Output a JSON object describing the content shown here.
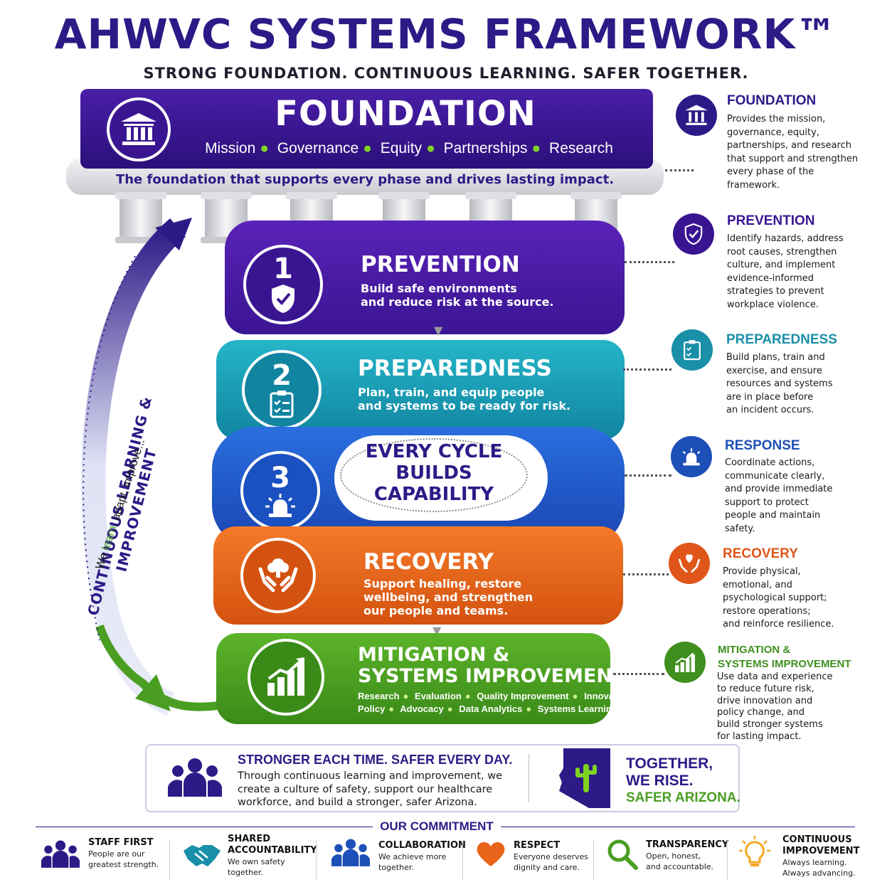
{
  "header": {
    "title": "AHWVC SYSTEMS FRAMEWORK™",
    "subtitle": "STRONG FOUNDATION. CONTINUOUS LEARNING. SAFER TOGETHER."
  },
  "foundation": {
    "title": "FOUNDATION",
    "items": [
      "Mission",
      "Governance",
      "Equity",
      "Partnerships",
      "Research"
    ],
    "slab_text": "The foundation that supports every phase and drives lasting impact."
  },
  "phases": [
    {
      "num": "1",
      "title": "PREVENTION",
      "desc": [
        "Build safe environments",
        "and reduce risk at the source."
      ]
    },
    {
      "num": "2",
      "title": "PREPAREDNESS",
      "desc": [
        "Plan, train, and equip people",
        "and systems to be ready for risk."
      ]
    },
    {
      "num": "3",
      "title": "",
      "desc": []
    },
    {
      "num": "",
      "title": "RECOVERY",
      "desc": [
        "Support healing, restore",
        "wellbeing, and strengthen",
        "our people and teams."
      ]
    },
    {
      "num": "",
      "title_lines": [
        "MITIGATION &",
        "SYSTEMS IMPROVEMENT"
      ],
      "tags_row1": [
        "Research",
        "Evaluation",
        "Quality Improvement",
        "Innovation"
      ],
      "tags_row2": [
        "Policy",
        "Advocacy",
        "Data Analytics",
        "Systems Learning"
      ]
    }
  ],
  "center_label": [
    "EVERY CYCLE",
    "BUILDS",
    "CAPABILITY"
  ],
  "loop": {
    "label": "CONTINUOUS LEARNING & IMPROVEMENT",
    "we": "We ",
    "learn": "learn",
    "rest": ", adapt, improve..."
  },
  "right_panel": [
    {
      "title": "FOUNDATION",
      "color": "#2e1a87",
      "icon": "building-columns-icon",
      "lines": [
        "Provides the mission,",
        "governance, equity,",
        "partnerships, and research",
        "that support and strengthen",
        "every phase of the",
        "framework."
      ]
    },
    {
      "title": "PREVENTION",
      "color": "#3a1592",
      "icon": "shield-check-icon",
      "lines": [
        "Identify hazards, address",
        "root causes, strengthen",
        "culture, and implement",
        "evidence-informed",
        "strategies to prevent",
        "workplace violence."
      ]
    },
    {
      "title": "PREPAREDNESS",
      "color": "#1a8fa8",
      "icon": "clipboard-checklist-icon",
      "lines": [
        "Build plans, train and",
        "exercise, and ensure",
        "resources and systems",
        "are in place before",
        "an incident occurs."
      ]
    },
    {
      "title": "RESPONSE",
      "color": "#1d4fb8",
      "icon": "siren-icon",
      "lines": [
        "Coordinate actions,",
        "communicate clearly,",
        "and provide immediate",
        "support to protect",
        "people and maintain",
        "safety."
      ]
    },
    {
      "title": "RECOVERY",
      "color": "#e0561a",
      "icon": "heart-hands-icon",
      "lines": [
        "Provide physical,",
        "emotional, and",
        "psychological support;",
        "restore operations;",
        "and reinforce resilience."
      ]
    },
    {
      "title_lines": [
        "MITIGATION &",
        "SYSTEMS IMPROVEMENT"
      ],
      "color": "#3f8f1e",
      "icon": "bar-chart-up-icon",
      "lines": [
        "Use data and experience",
        "to reduce future risk,",
        "drive innovation and",
        "policy change, and",
        "build stronger systems",
        "for lasting impact."
      ]
    }
  ],
  "banner": {
    "title": "STRONGER EACH TIME. SAFER EVERY DAY.",
    "lines": [
      "Through continuous learning and improvement, we",
      "create a culture of safety, support our healthcare",
      "workforce, and build a stronger, safer Arizona."
    ],
    "together1": "TOGETHER,",
    "together2": "WE RISE.",
    "safer": "SAFER ARIZONA."
  },
  "commitment": {
    "title": "OUR COMMITMENT",
    "items": [
      {
        "title": [
          "STAFF FIRST"
        ],
        "text": [
          "People are our",
          "greatest strength."
        ],
        "icon": "people-group-icon"
      },
      {
        "title": [
          "SHARED",
          "ACCOUNTABILITY"
        ],
        "text": [
          "We own safety",
          "together."
        ],
        "icon": "handshake-icon"
      },
      {
        "title": [
          "COLLABORATION"
        ],
        "text": [
          "We achieve more",
          "together."
        ],
        "icon": "team-icon"
      },
      {
        "title": [
          "RESPECT"
        ],
        "text": [
          "Everyone deserves",
          "dignity and care."
        ],
        "icon": "heart-icon"
      },
      {
        "title": [
          "TRANSPARENCY"
        ],
        "text": [
          "Open, honest,",
          "and accountable."
        ],
        "icon": "magnifier-icon"
      },
      {
        "title": [
          "CONTINUOUS",
          "IMPROVEMENT"
        ],
        "text": [
          "Always learning.",
          "Always advancing."
        ],
        "icon": "lightbulb-icon"
      }
    ]
  },
  "colors": {
    "purple": "#3a1592",
    "teal": "#1a9bb0",
    "blue": "#1d5fd0",
    "orange": "#e8641a",
    "green": "#4a9e22",
    "navy": "#2e1a87",
    "lime": "#7ed321"
  }
}
